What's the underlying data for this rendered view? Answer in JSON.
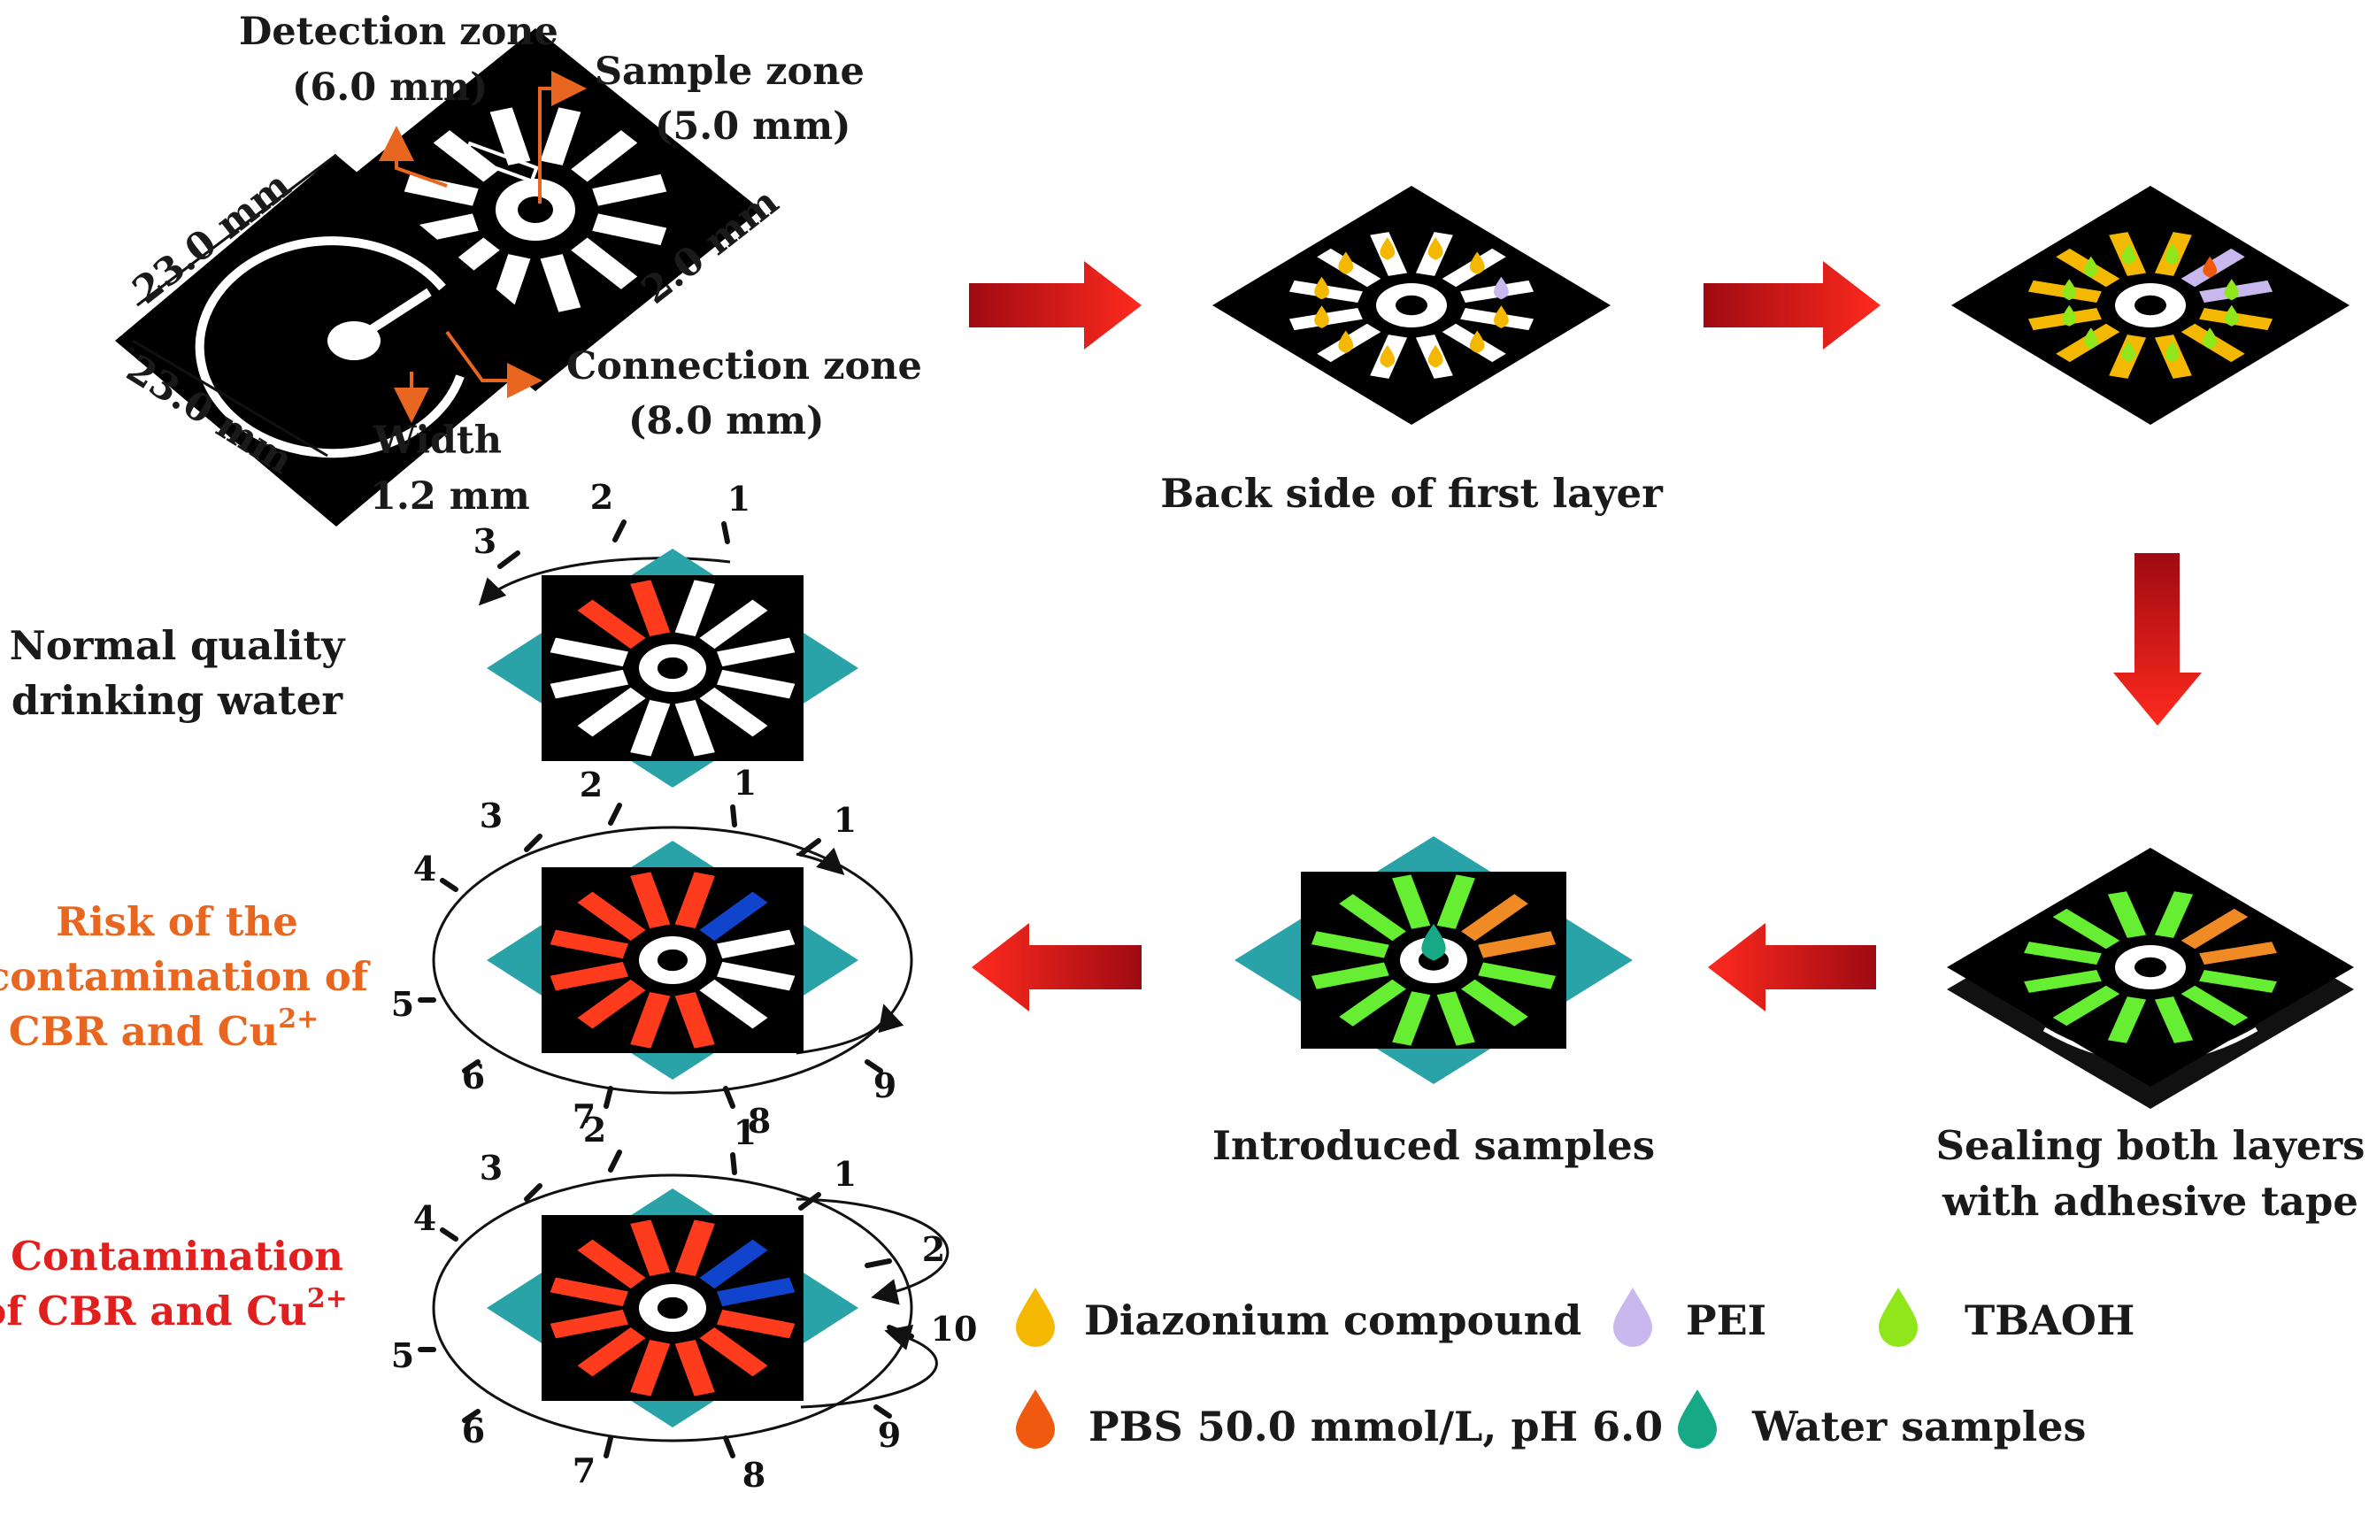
{
  "colors": {
    "arrow_light": "#ff2a1e",
    "arrow_dark": "#9e0a12",
    "device_black": "#000000",
    "teal_square": "#2aa3a8",
    "red_strip": "#ff3b1e",
    "blue_strip": "#1144cc",
    "green_strip": "#66ee33",
    "orange_strip": "#f08a24",
    "drop_diazonium": "#f5b800",
    "drop_pei": "#c9b8ee",
    "drop_tbaoh": "#8fe61a",
    "drop_pbs": "#ef5a10",
    "drop_water": "#17a886",
    "risk_text": "#e8661f",
    "contamination_text": "#e21f1f"
  },
  "design": {
    "detection_zone": "Detection zone",
    "detection_zone_size": "(6.0 mm)",
    "sample_zone": "Sample zone",
    "sample_zone_size": "(5.0 mm)",
    "gap": "2.0 mm",
    "side_top": "23.0 mm",
    "side_bottom": "23.0 mm",
    "connection_zone": "Connection zone",
    "connection_zone_size": "(8.0 mm)",
    "width_label": "Width",
    "width_value": "1.2 mm"
  },
  "steps": {
    "back_side": "Back side of first layer",
    "sealing_line1": "Sealing both layers",
    "sealing_line2": "with adhesive tape",
    "introduced": "Introduced samples"
  },
  "results": {
    "normal_line1": "Normal quality",
    "normal_line2": "drinking water",
    "risk_line1": "Risk of the",
    "risk_line2": "contamination of",
    "risk_line3": "CBR and Cu",
    "risk_sup": "2+",
    "contam_line1": "Contamination",
    "contam_line2": "of CBR and Cu",
    "contam_sup": "2+"
  },
  "dial_numbers": {
    "d1_outer": [
      "3",
      "2",
      "1"
    ],
    "d2_outer": [
      "3",
      "2",
      "1",
      "4",
      "5",
      "6",
      "7",
      "8",
      "9"
    ],
    "d2_inner": [
      "1"
    ],
    "d3_outer": [
      "3",
      "2",
      "1",
      "4",
      "5",
      "6",
      "7",
      "8",
      "9"
    ],
    "d3_inner": [
      "1",
      "2",
      "10"
    ]
  },
  "legend": [
    {
      "label": "Diazonium compound",
      "color": "#f5b800"
    },
    {
      "label": "PEI",
      "color": "#c9b8ee"
    },
    {
      "label": "TBAOH",
      "color": "#8fe61a"
    },
    {
      "label": "PBS 50.0 mmol/L, pH 6.0",
      "color": "#ef5a10"
    },
    {
      "label": "Water samples",
      "color": "#17a886"
    }
  ]
}
